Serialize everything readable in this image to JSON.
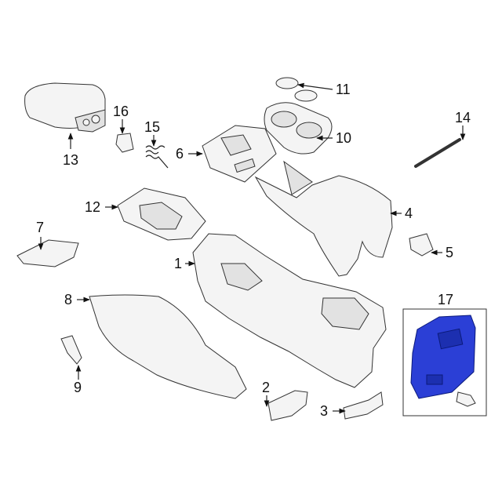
{
  "diagram": {
    "highlight_color": "#2b3fd6",
    "callouts": [
      {
        "key": "c1",
        "label": "1"
      },
      {
        "key": "c2",
        "label": "2"
      },
      {
        "key": "c3",
        "label": "3"
      },
      {
        "key": "c4",
        "label": "4"
      },
      {
        "key": "c5",
        "label": "5"
      },
      {
        "key": "c6",
        "label": "6"
      },
      {
        "key": "c7",
        "label": "7"
      },
      {
        "key": "c8",
        "label": "8"
      },
      {
        "key": "c9",
        "label": "9"
      },
      {
        "key": "c10",
        "label": "10"
      },
      {
        "key": "c11",
        "label": "11"
      },
      {
        "key": "c12",
        "label": "12"
      },
      {
        "key": "c13",
        "label": "13"
      },
      {
        "key": "c14",
        "label": "14"
      },
      {
        "key": "c15",
        "label": "15"
      },
      {
        "key": "c16",
        "label": "16"
      },
      {
        "key": "c17",
        "label": "17"
      }
    ]
  }
}
